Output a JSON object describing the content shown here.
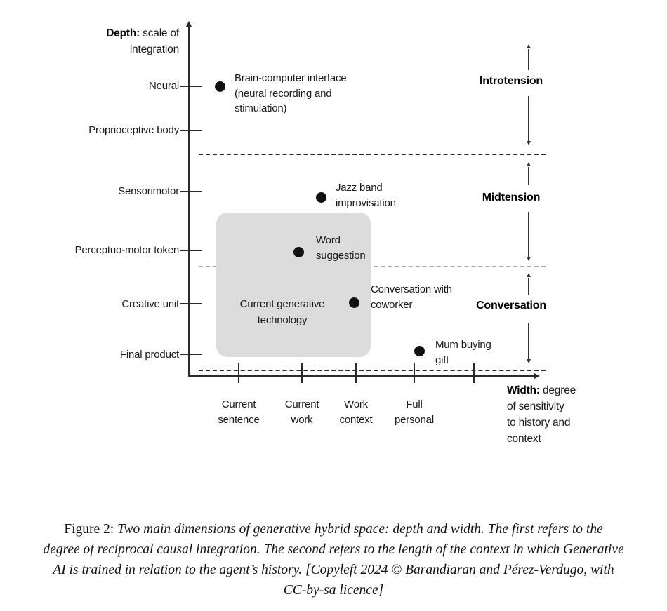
{
  "figure": {
    "depth_label": {
      "bold": "Depth:",
      "rest": " scale of",
      "line2": "integration"
    },
    "width_label": {
      "bold": "Width:",
      "rest": " degree",
      "line2": "of sensitivity",
      "line3": "to history and",
      "line4": "context"
    },
    "depth_ticks": [
      "Neural",
      "Proprioceptive body",
      "Sensorimotor",
      "Perceptuo-motor token",
      "Creative unit",
      "Final product"
    ],
    "width_ticks": [
      [
        "Current",
        "sentence"
      ],
      [
        "Current",
        "work"
      ],
      [
        "Work",
        "context"
      ],
      [
        "Full",
        "personal"
      ]
    ],
    "regions": [
      "Introtension",
      "Midtension",
      "Conversation"
    ],
    "box_label": [
      "Current generative",
      "technology"
    ],
    "points": [
      {
        "lines": [
          "Brain-computer interface",
          "(neural recording and",
          "stimulation)"
        ]
      },
      {
        "lines": [
          "Jazz band",
          "improvisation"
        ]
      },
      {
        "lines": [
          "Word",
          "suggestion"
        ]
      },
      {
        "lines": [
          "Conversation with",
          "coworker"
        ]
      },
      {
        "lines": [
          "Mum buying",
          "gift"
        ]
      }
    ]
  },
  "caption": {
    "label": "Figure 2:",
    "line1": " Two main dimensions of generative hybrid space: depth and width. The first refers to the",
    "line2": "degree of reciprocal causal integration. The second refers to the length of the context in which Generative",
    "line3": "AI is trained in relation to the agent’s history. [Copyleft 2024 © Barandiaran and Pérez-Verdugo, with",
    "line4": "CC-by-sa licence]"
  },
  "colors": {
    "ink": "#1a1a1a",
    "box_gray": "#dcdcdc",
    "dash_gray": "#a8a8a8",
    "dot": "#111111"
  },
  "chart_data": {
    "type": "scatter",
    "title": "Two main dimensions of generative hybrid space: depth and width",
    "xlabel": "Width: degree of sensitivity to history and context",
    "ylabel": "Depth: scale of integration",
    "x_categories": [
      "Current sentence",
      "Current work",
      "Work context",
      "Full personal"
    ],
    "y_categories": [
      "Final product",
      "Creative unit",
      "Perceptuo-motor token",
      "Sensorimotor",
      "Proprioceptive body",
      "Neural"
    ],
    "grid": false,
    "points": [
      {
        "label": "Brain-computer interface (neural recording and stimulation)",
        "depth": "Neural",
        "width": "Current sentence"
      },
      {
        "label": "Jazz band improvisation",
        "depth": "Sensorimotor",
        "width": "between Current work and Work context"
      },
      {
        "label": "Word suggestion",
        "depth": "Perceptuo-motor token",
        "width": "Current work"
      },
      {
        "label": "Conversation with coworker",
        "depth": "Creative unit",
        "width": "Work context"
      },
      {
        "label": "Mum buying gift",
        "depth": "Final product",
        "width": "Full personal"
      }
    ],
    "regions": [
      {
        "label": "Introtension",
        "depth_span": [
          "Proprioceptive body",
          "Neural"
        ]
      },
      {
        "label": "Midtension",
        "depth_span": [
          "Perceptuo-motor token",
          "Sensorimotor"
        ]
      },
      {
        "label": "Conversation",
        "depth_span": [
          "Final product",
          "Creative unit"
        ]
      }
    ],
    "annotation_box": {
      "label": "Current generative technology",
      "covers": "lower-left area from Current sentence to Work context, Perceptuo-motor token down to Final product"
    }
  }
}
